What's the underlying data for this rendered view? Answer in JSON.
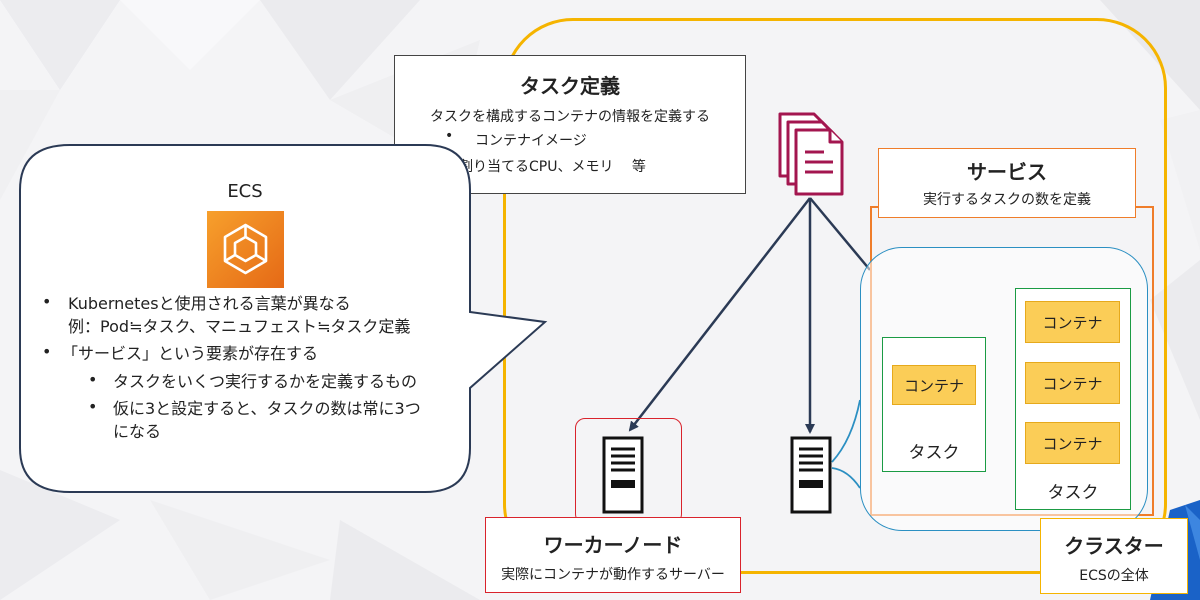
{
  "ecs_bubble": {
    "title": "ECS",
    "bullet_mark": "•",
    "bullets": [
      "Kubernetesと使用される言葉が異なる",
      "例：Pod≒タスク、マニュフェスト≒タスク定義",
      "「サービス」という要素が存在する"
    ],
    "sub_bullets": [
      "タスクをいくつ実行するかを定義するもの",
      "仮に3と設定すると、タスクの数は常に3つ",
      "になる"
    ]
  },
  "task_definition": {
    "title": "タスク定義",
    "subtitle": "タスクを構成するコンテナの情報を定義する",
    "items": [
      "コンテナイメージ",
      "割り当てるCPU、メモリ　 等"
    ]
  },
  "service": {
    "title": "サービス",
    "subtitle": "実行するタスクの数を定義"
  },
  "tasks": [
    {
      "label": "タスク",
      "containers": [
        "コンテナ"
      ]
    },
    {
      "label": "タスク",
      "containers": [
        "コンテナ",
        "コンテナ",
        "コンテナ"
      ]
    }
  ],
  "worker_node": {
    "title": "ワーカーノード",
    "subtitle": "実際にコンテナが動作するサーバー"
  },
  "cluster": {
    "title": "クラスター",
    "subtitle": "ECSの全体"
  },
  "colors": {
    "cluster": "#f5b400",
    "service": "#ef7d2a",
    "task": "#1b9b44",
    "container": "#fbcd57",
    "worker": "#d9232c",
    "ec2_group": "#2b8fc2",
    "document_icon": "#a3164f",
    "ecs_logo": "#ed7b1f"
  }
}
